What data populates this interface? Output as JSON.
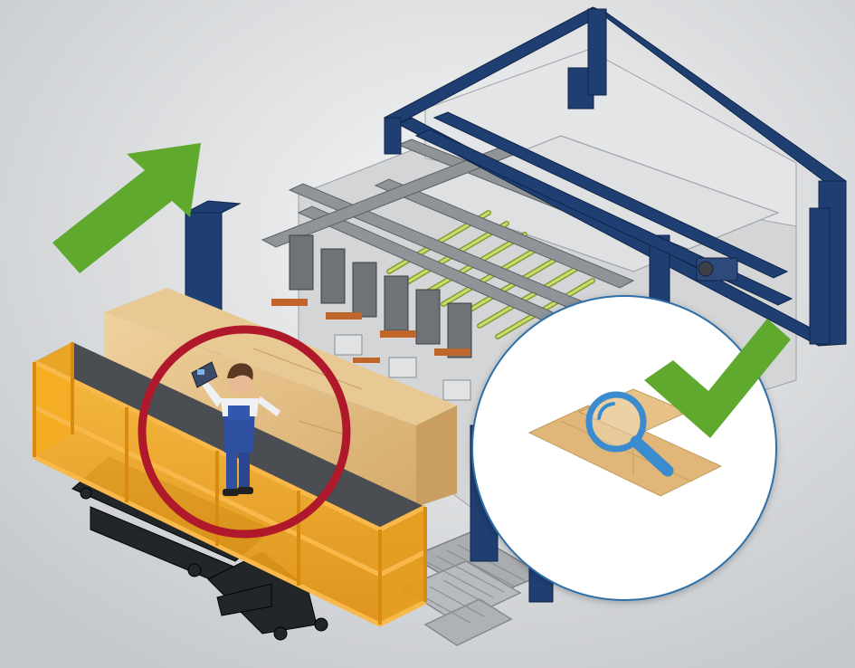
{
  "colors": {
    "background_light": "#f2f3f4",
    "background_dark": "#c9cccf",
    "frame_blue": "#1f3f73",
    "frame_blue_dark": "#14294d",
    "platform_orange": "#f2a31b",
    "platform_orange_dark": "#c47d0b",
    "cardboard": "#e8c48d",
    "cardboard_dark": "#c99e60",
    "roller_green": "#b7d35a",
    "arrow_green": "#5fa92f",
    "check_green": "#5fa92f",
    "highlight_red": "#b0192b",
    "inspect_ring": "#2d6fa8",
    "magnifier_blue": "#3a8ccf",
    "worker_blue": "#2f4fa0",
    "floor_conveyor": "#b8bbbe"
  },
  "icons": {
    "direction": "arrow-up-right-icon",
    "inspection": "magnifier-icon",
    "approval": "checkmark-icon",
    "operator_focus": "highlight-circle-icon"
  },
  "scene": {
    "machine": "box-making-machine",
    "operator": "worker-with-tablet",
    "inspected_item": "cardboard-blank"
  }
}
